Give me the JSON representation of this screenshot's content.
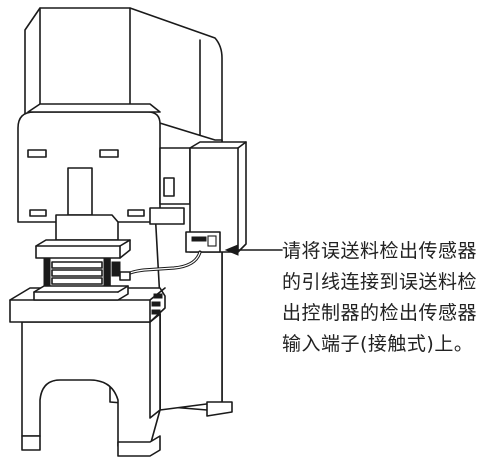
{
  "annotation": {
    "lines": [
      "请将误送料检出传感器",
      "的引线连接到误送料检",
      "出控制器的检出传感器",
      "输入端子(接触式)上。"
    ]
  },
  "colors": {
    "line": "#1a1a1a",
    "fill": "#ffffff",
    "text": "#222222"
  }
}
